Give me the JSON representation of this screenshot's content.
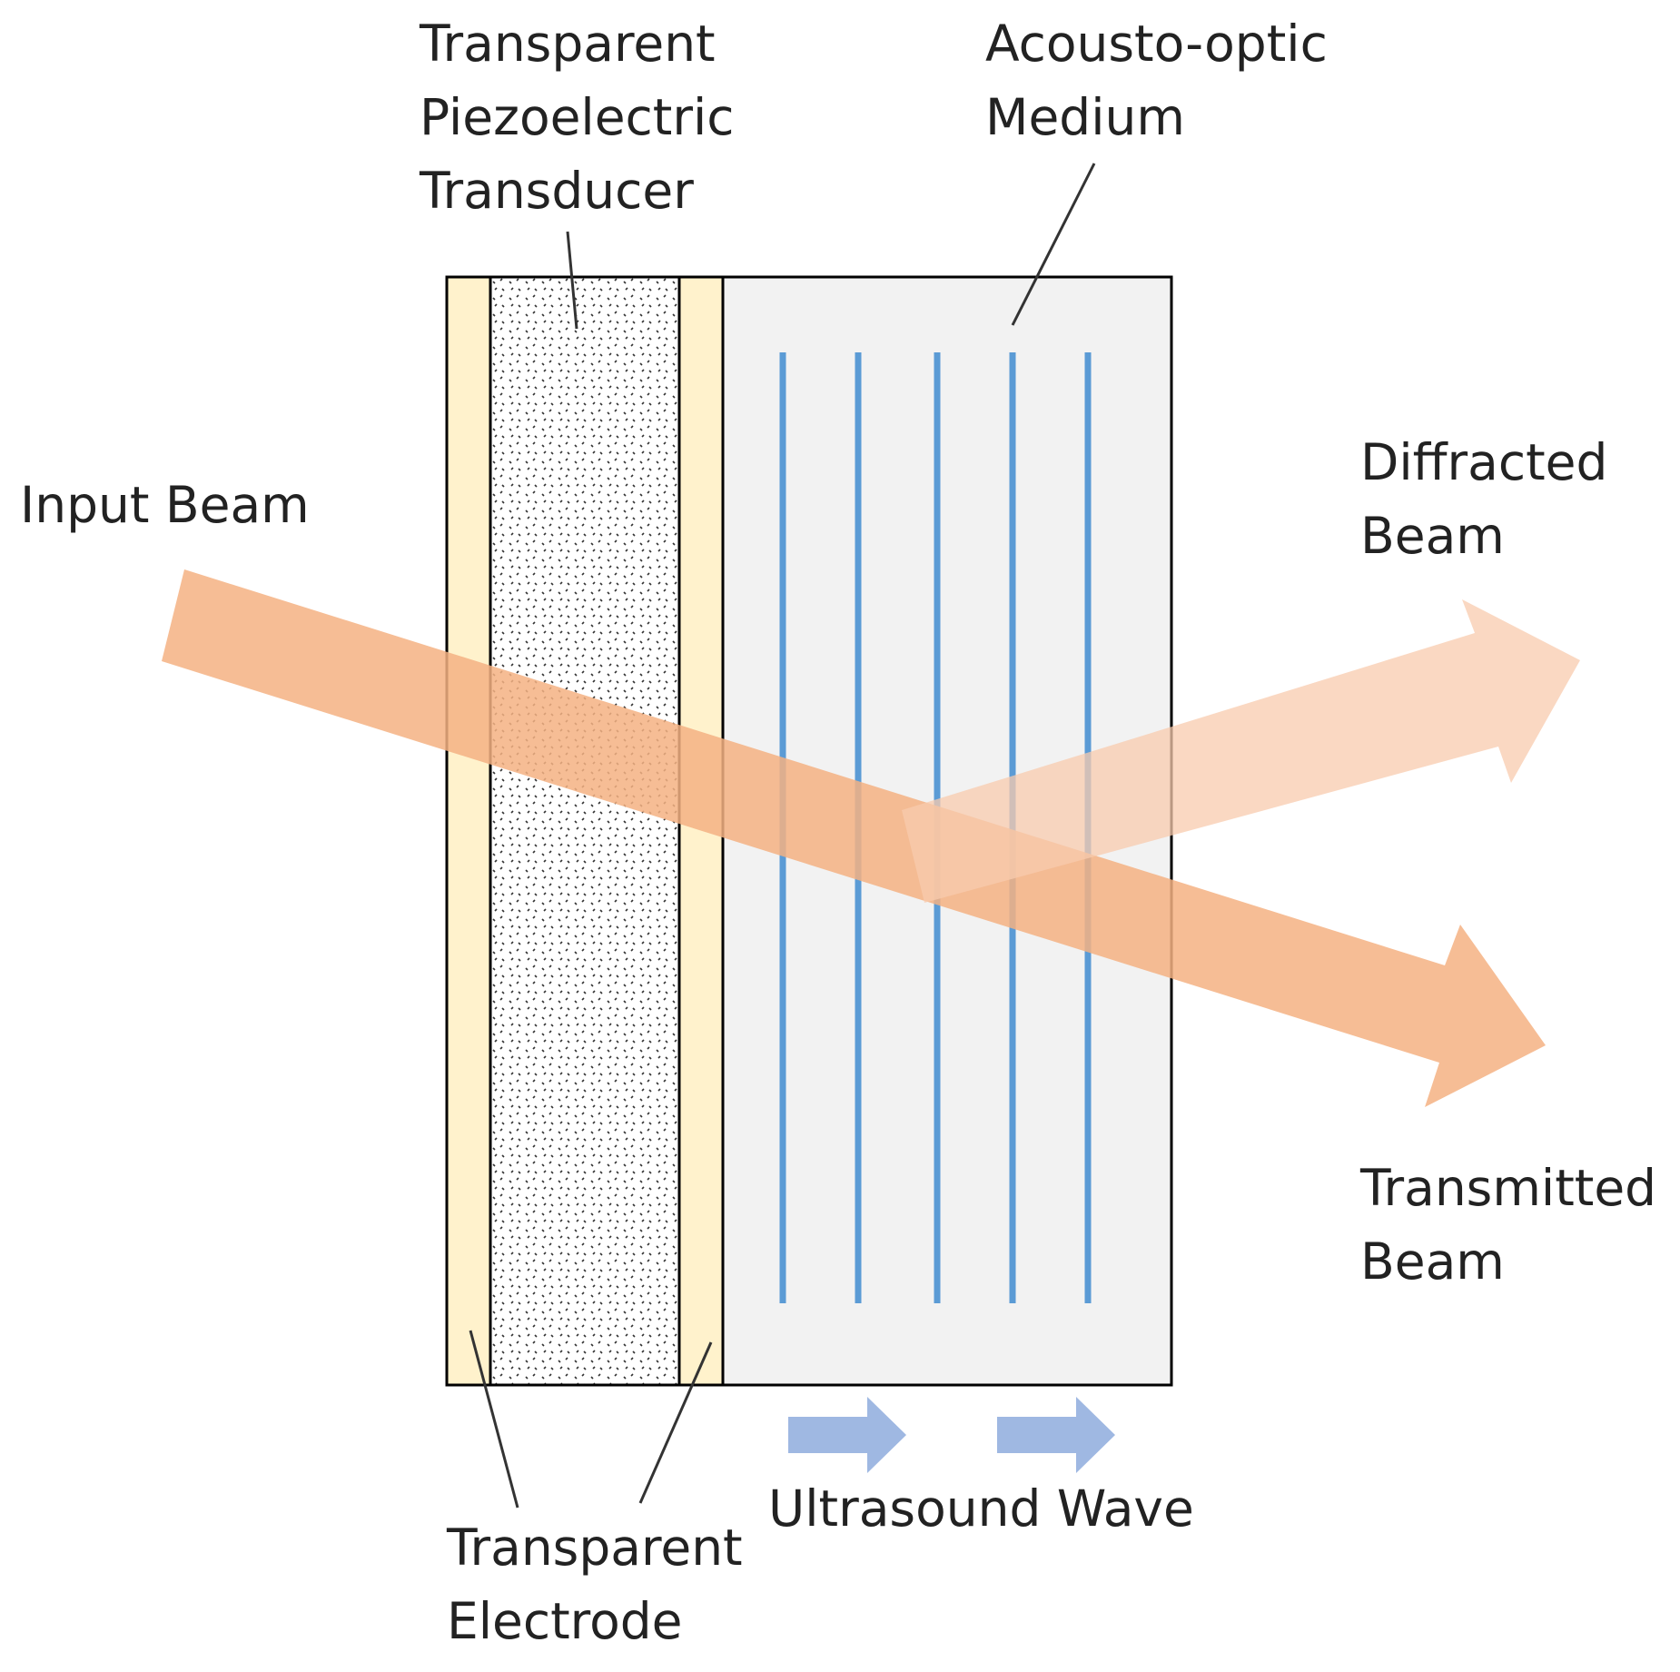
{
  "labels": {
    "transducer": [
      "Transparent",
      "Piezoelectric",
      "Transducer"
    ],
    "medium": [
      "Acousto-optic",
      "Medium"
    ],
    "input_beam": "Input Beam",
    "diffracted_beam": [
      "Diffracted",
      "Beam"
    ],
    "transmitted_beam": [
      "Transmitted",
      "Beam"
    ],
    "ultrasound_wave": "Ultrasound Wave",
    "electrode": [
      "Transparent",
      "Electrode"
    ]
  },
  "colors": {
    "electrode": "#fff2cc",
    "medium": "#f2f2f2",
    "wavefront": "#5b9bd5",
    "ultrasound_arrow": "#9fb8e2",
    "transmitted_beam": "#f4b183",
    "diffracted_beam": "#f8cbad",
    "outline": "#000000"
  },
  "wavefront_count": 5,
  "ultrasound_arrow_count": 2
}
